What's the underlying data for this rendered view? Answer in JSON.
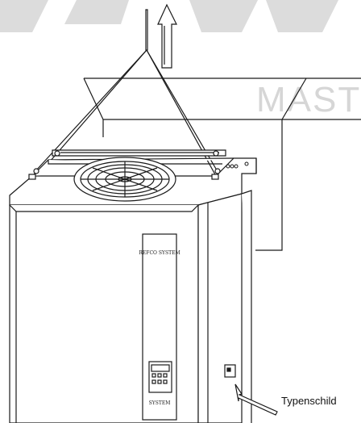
{
  "watermark": {
    "text": "MAST",
    "color": "#d6d6d6"
  },
  "unit": {
    "logo_text": "REFCO  SYSTEM",
    "brand_plate_text": "SYSTEM"
  },
  "callout": {
    "label": "Typenschild"
  },
  "colors": {
    "line": "#1a1a1a",
    "watermark": "#d6d6d6"
  }
}
